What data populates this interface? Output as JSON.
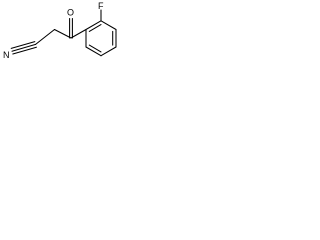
{
  "molecule": {
    "atoms": {
      "fluorine": "F",
      "oxygen": "O",
      "nitrogen": "N"
    },
    "colors": {
      "bond": "#000000",
      "label": "#000000",
      "background": "#ffffff"
    }
  }
}
